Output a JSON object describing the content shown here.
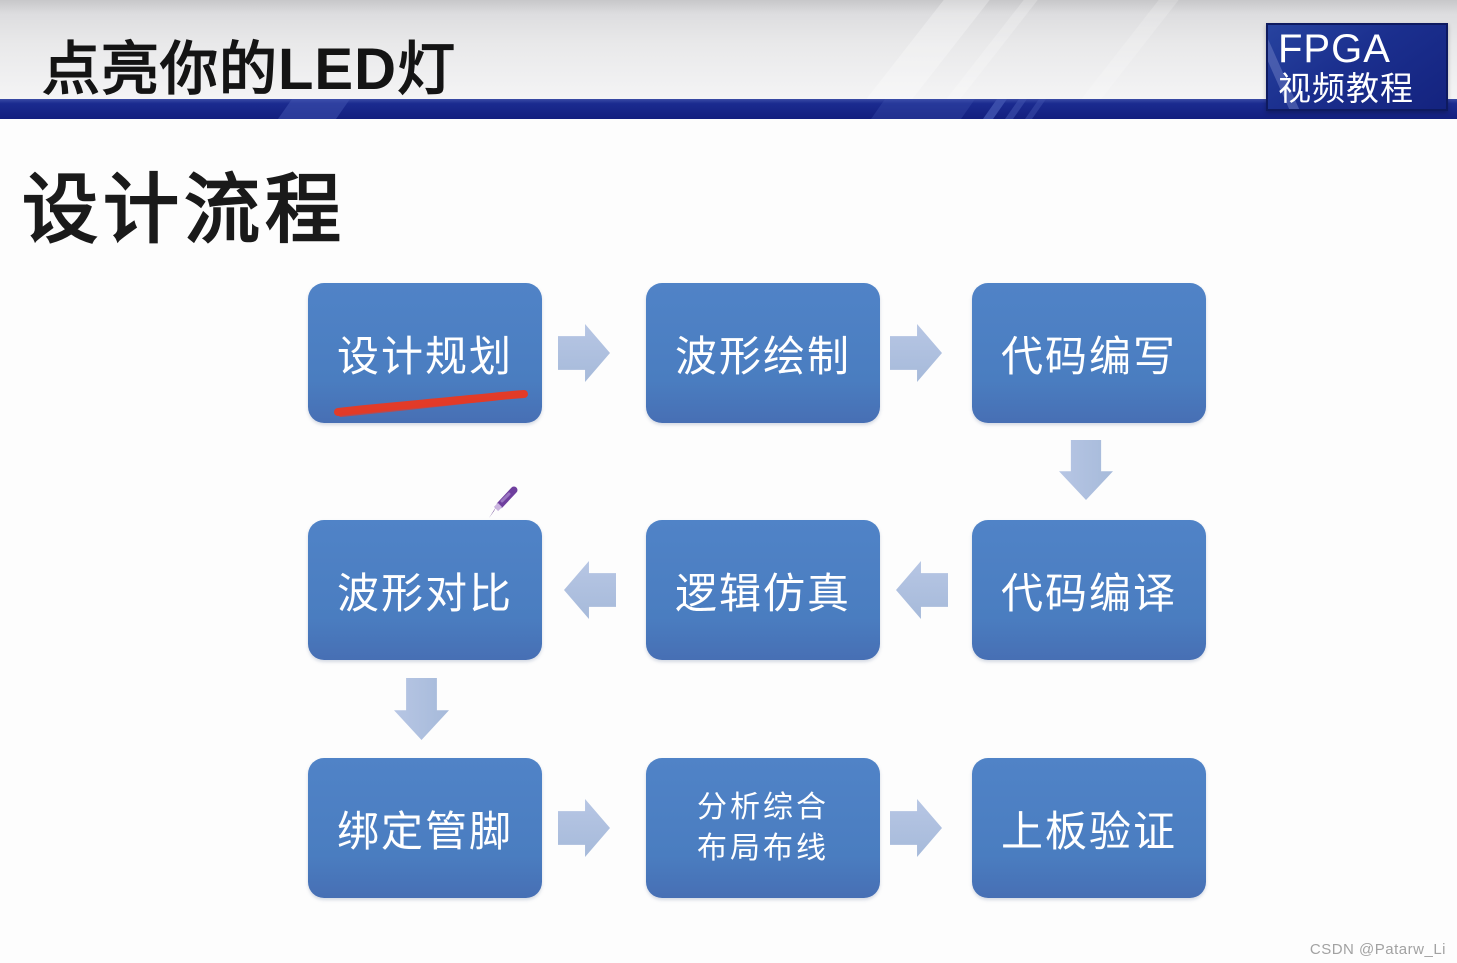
{
  "header": {
    "lesson_title": "点亮你的LED灯",
    "badge": {
      "line1": "FPGA",
      "line2": "视频教程"
    }
  },
  "slide": {
    "title": "设计流程",
    "watermark": "CSDN @Patarw_Li"
  },
  "flow": {
    "boxes": [
      {
        "name": "design-planning",
        "label": "设计规划"
      },
      {
        "name": "waveform-drawing",
        "label": "波形绘制"
      },
      {
        "name": "code-writing",
        "label": "代码编写"
      },
      {
        "name": "waveform-compare",
        "label": "波形对比"
      },
      {
        "name": "logic-simulation",
        "label": "逻辑仿真"
      },
      {
        "name": "code-compile",
        "label": "代码编译"
      },
      {
        "name": "pin-binding",
        "label": "绑定管脚"
      },
      {
        "name": "synthesis-place-route",
        "line1": "分析综合",
        "line2": "布局布线"
      },
      {
        "name": "board-verification",
        "label": "上板验证"
      }
    ],
    "arrows": [
      {
        "name": "arrow-1",
        "dir": "right",
        "from": "设计规划",
        "to": "波形绘制"
      },
      {
        "name": "arrow-2",
        "dir": "right",
        "from": "波形绘制",
        "to": "代码编写"
      },
      {
        "name": "arrow-3",
        "dir": "down",
        "from": "代码编写",
        "to": "代码编译"
      },
      {
        "name": "arrow-4",
        "dir": "left",
        "from": "代码编译",
        "to": "逻辑仿真"
      },
      {
        "name": "arrow-5",
        "dir": "left",
        "from": "逻辑仿真",
        "to": "波形对比"
      },
      {
        "name": "arrow-6",
        "dir": "down",
        "from": "波形对比",
        "to": "绑定管脚"
      },
      {
        "name": "arrow-7",
        "dir": "right",
        "from": "绑定管脚",
        "to": "分析综合布局布线"
      },
      {
        "name": "arrow-8",
        "dir": "right",
        "from": "分析综合布局布线",
        "to": "上板验证"
      }
    ],
    "annotations": {
      "red_underline_on": "设计规划",
      "pencil_cursor_near": "波形对比"
    }
  },
  "colors": {
    "box_fill": "#4a7dc0",
    "box_text": "#ffffff",
    "arrow_fill": "#abbede",
    "navy_bar": "#16278a",
    "badge_fill": "#1b2f8e",
    "underline_red": "#e23b28",
    "pencil_purple": "#6f3f9e",
    "watermark_gray": "#a2a2a2"
  }
}
